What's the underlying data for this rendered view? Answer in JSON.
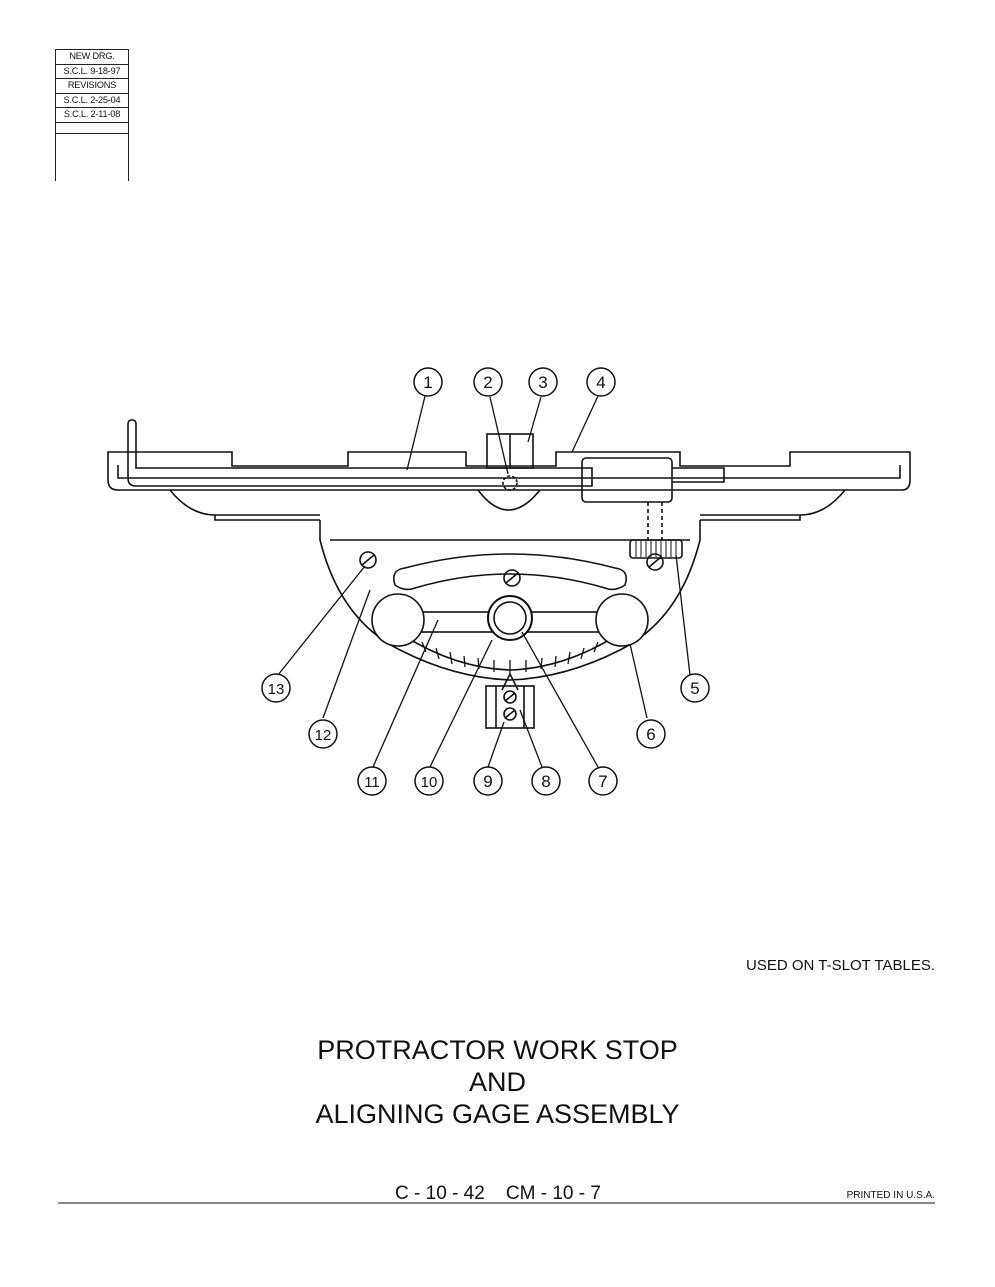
{
  "revision_block": {
    "rows": [
      "NEW DRG.",
      "S.C.L. 9-18-97",
      "REVISIONS",
      "S.C.L. 2-25-04",
      "S.C.L. 2-11-08"
    ]
  },
  "callouts": [
    "1",
    "2",
    "3",
    "4",
    "5",
    "6",
    "7",
    "8",
    "9",
    "10",
    "11",
    "12",
    "13"
  ],
  "note": "USED ON T-SLOT TABLES.",
  "title": {
    "line1": "PROTRACTOR WORK STOP",
    "line2": "AND",
    "line3": "ALIGNING GAGE ASSEMBLY"
  },
  "drawing_number": "C - 10 - 42    CM - 10 - 7",
  "printed": "PRINTED IN U.S.A."
}
